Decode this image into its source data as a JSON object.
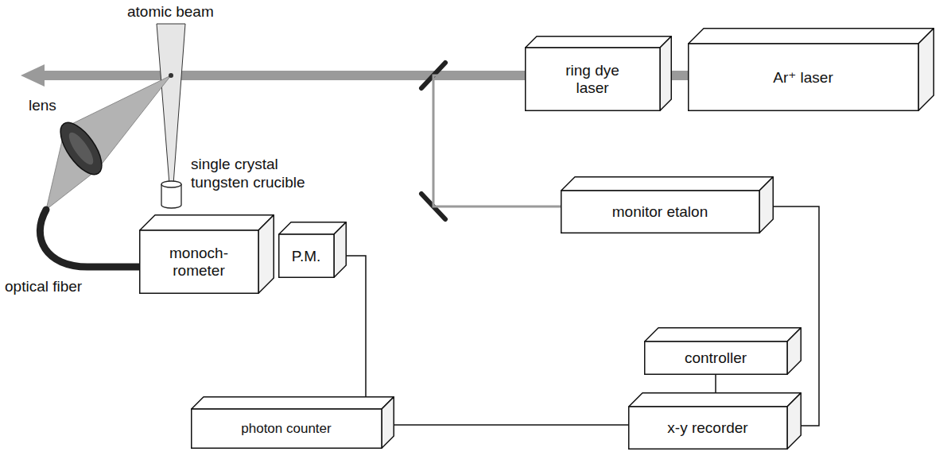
{
  "diagram": {
    "nodes": [
      {
        "text": [
          "ring dye laser"
        ]
      },
      {
        "text": [
          "Ar⁺ laser"
        ]
      },
      {
        "text": [
          "monitor etalon"
        ]
      },
      {
        "text": [
          "monoch- rometer"
        ]
      },
      {
        "text": [
          "P.M."
        ]
      },
      {
        "text": [
          "controller"
        ]
      },
      {
        "text": [
          "photon counter"
        ]
      },
      {
        "text": [
          "x-y recorder"
        ]
      }
    ],
    "edges": [
      {
        "from": 1,
        "to": 0,
        "arrow": "none"
      },
      {
        "from": 0,
        "to": 2,
        "arrow": "none"
      },
      {
        "from": 2,
        "to": 7,
        "arrow": "none"
      },
      {
        "from": 4,
        "to": 6,
        "arrow": "none"
      },
      {
        "from": 6,
        "to": 7,
        "arrow": "none"
      },
      {
        "from": 5,
        "to": 7,
        "arrow": "none"
      }
    ],
    "labels": [
      "atomic beam",
      "lens",
      "single crystal tungsten crucible",
      "optical fiber"
    ]
  }
}
